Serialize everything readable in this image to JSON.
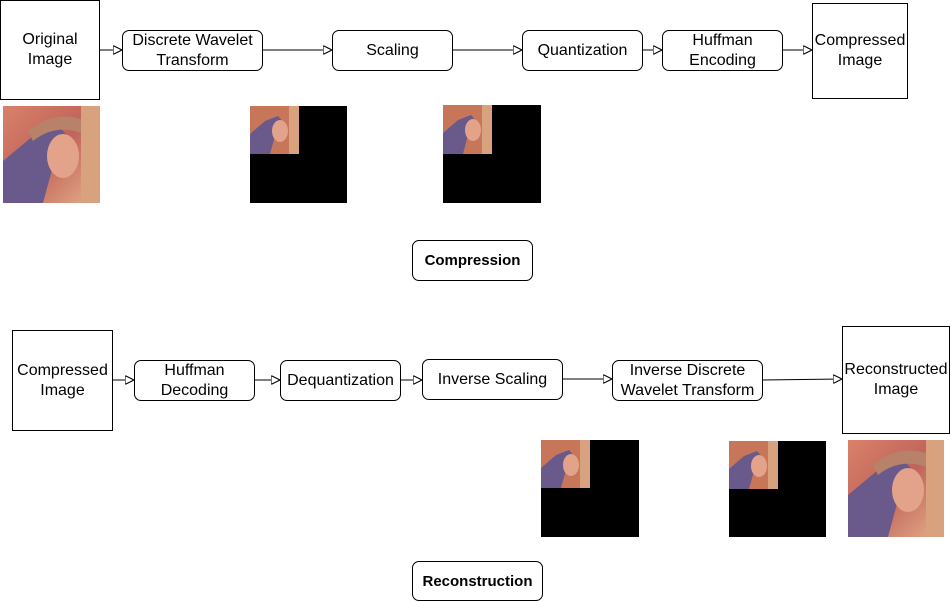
{
  "compression": {
    "title": "Compression",
    "nodes": {
      "original": "Original\nImage",
      "dwt": "Discrete Wavelet\nTransform",
      "scaling": "Scaling",
      "quantization": "Quantization",
      "huffman_encoding": "Huffman\nEncoding",
      "compressed": "Compressed\nImage"
    }
  },
  "reconstruction": {
    "title": "Reconstruction",
    "nodes": {
      "compressed": "Compressed\nImage",
      "huffman_decoding": "Huffman\nDecoding",
      "dequantization": "Dequantization",
      "inverse_scaling": "Inverse Scaling",
      "idwt": "Inverse Discrete\nWavelet Transform",
      "reconstructed": "Reconstructed\nImage"
    }
  },
  "colors": {
    "line": "#000000",
    "thumb_dark": "#000000",
    "thumb_warm": "#c77a5e"
  }
}
